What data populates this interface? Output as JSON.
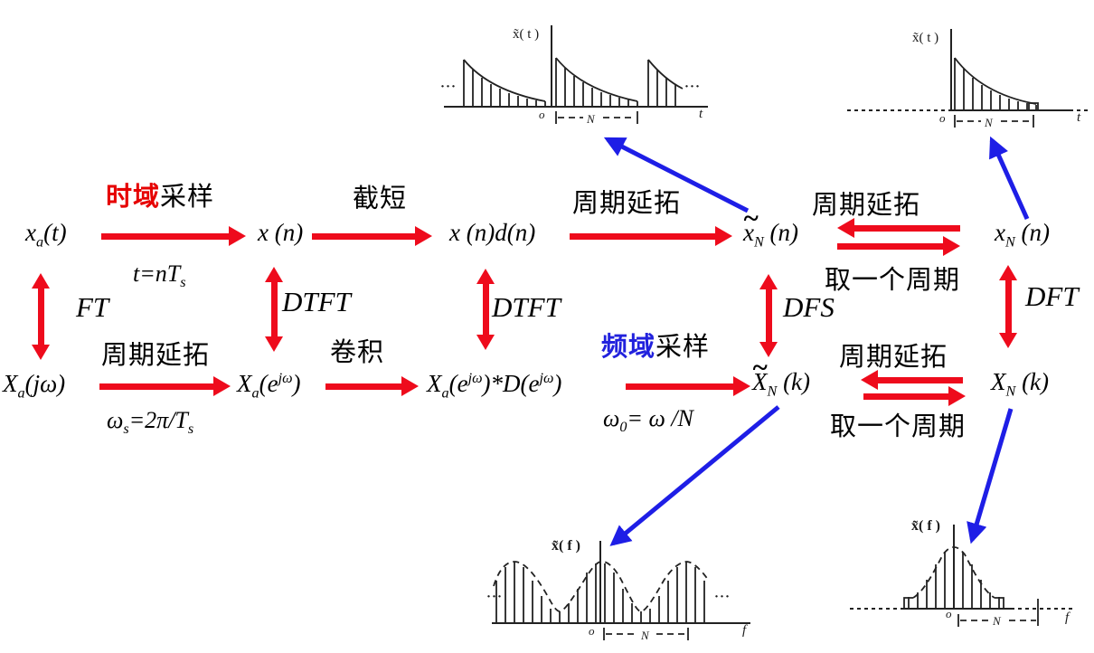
{
  "colors": {
    "arrow_red": "#ee0b1c",
    "arrow_blue": "#1e1ee6",
    "highlight_red": "#e60000",
    "highlight_blue": "#2222dd",
    "ink": "#000000"
  },
  "nodes": {
    "time_row": [
      {
        "name": "xa-t",
        "html": "x<sub>a</sub>(t)"
      },
      {
        "name": "x-n",
        "html": "x (n)"
      },
      {
        "name": "x-n-d-n",
        "html": "x (n)d(n)"
      },
      {
        "name": "xN-tilde-n",
        "html": "<span class=\"tld\">~</span>x<sub>N</sub> (n)"
      },
      {
        "name": "xN-n",
        "html": "x<sub>N</sub> (n)"
      }
    ],
    "freq_row": [
      {
        "name": "Xa-jw",
        "html": "X<sub>a</sub>(jω)"
      },
      {
        "name": "Xa-ejw",
        "html": "X<sub>a</sub>(e<sup>jω</sup>)"
      },
      {
        "name": "Xa-ejw-conv",
        "html": "X<sub>a</sub>(e<sup>jω</sup>)*D(e<sup>jω</sup>)"
      },
      {
        "name": "XN-tilde-k",
        "html": "<span class=\"tld\">~</span>X<sub>N</sub> (k)"
      },
      {
        "name": "XN-k",
        "html": "X<sub>N</sub> (k)"
      }
    ]
  },
  "edges": {
    "time_sampling": {
      "highlight": "时域",
      "rest": "采样",
      "formula_html": "t=nT<sub>s</sub>"
    },
    "truncate": "截短",
    "periodic_ext_top": "周期延拓",
    "periodic_ext_right_top": "周期延拓",
    "take_one_period_top": "取一个周期",
    "periodic_ext_bottom_left": "周期延拓",
    "sampling_interval_html": "ω<sub>s</sub>=2π/T<sub>s</sub>",
    "convolution": "卷积",
    "freq_sampling": {
      "highlight": "频域",
      "rest": "采样",
      "formula_html": "ω<sub>0</sub>= ω /N"
    },
    "periodic_ext_right_bottom": "周期延拓",
    "take_one_period_bottom": "取一个周期"
  },
  "transforms": {
    "ft": "FT",
    "dtft1": "DTFT",
    "dtft2": "DTFT",
    "dfs": "DFS",
    "dft": "DFT"
  },
  "plots": {
    "periodic_time": {
      "ylabel": "x̃( t )",
      "origin": "o",
      "period": "N",
      "xlabel": "t",
      "ellipsis": "···"
    },
    "single_time": {
      "ylabel": "x̃( t )",
      "origin": "o",
      "period": "N",
      "xlabel": "t"
    },
    "periodic_freq": {
      "ylabel": "x̃( f )",
      "origin": "o",
      "period": "N",
      "xlabel": "f",
      "ellipsis": "···"
    },
    "single_freq": {
      "ylabel": "x̃( f )",
      "origin": "o",
      "period": "N",
      "xlabel": "f"
    }
  }
}
